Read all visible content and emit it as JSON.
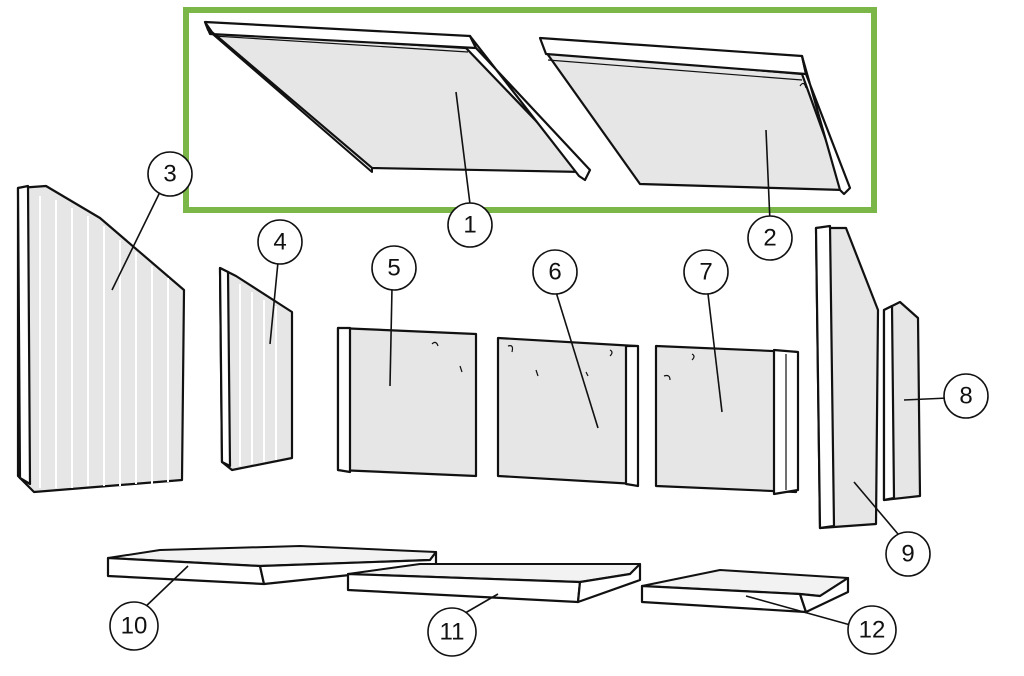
{
  "highlight_color": "#7ab648",
  "callouts": [
    {
      "id": "1",
      "label": "1"
    },
    {
      "id": "2",
      "label": "2"
    },
    {
      "id": "3",
      "label": "3"
    },
    {
      "id": "4",
      "label": "4"
    },
    {
      "id": "5",
      "label": "5"
    },
    {
      "id": "6",
      "label": "6"
    },
    {
      "id": "7",
      "label": "7"
    },
    {
      "id": "8",
      "label": "8"
    },
    {
      "id": "9",
      "label": "9"
    },
    {
      "id": "10",
      "label": "10"
    },
    {
      "id": "11",
      "label": "11"
    },
    {
      "id": "12",
      "label": "12"
    }
  ]
}
